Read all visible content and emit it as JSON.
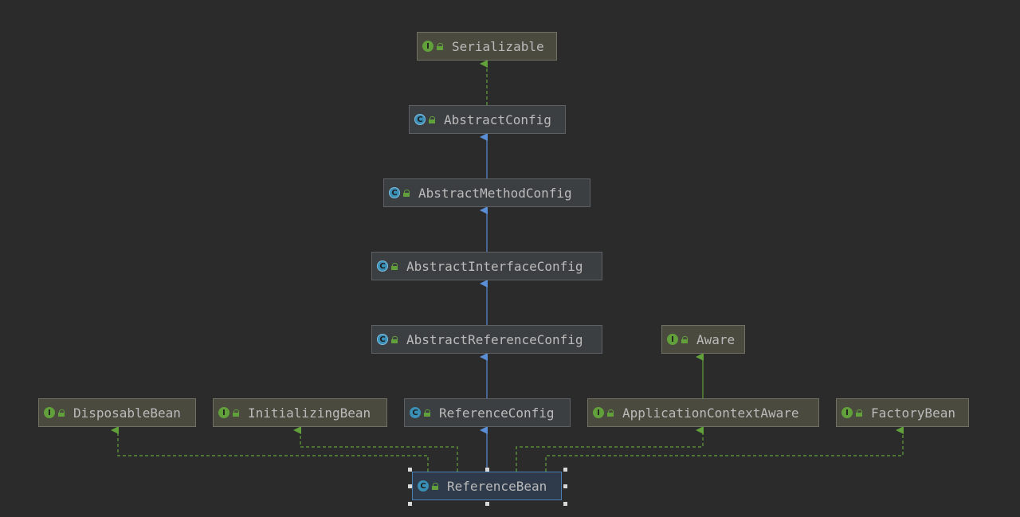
{
  "nodes": {
    "serializable": {
      "label": "Serializable",
      "kind": "interface",
      "icon": "I"
    },
    "abstract_config": {
      "label": "AbstractConfig",
      "kind": "abstract-class",
      "icon": "C"
    },
    "abstract_method_config": {
      "label": "AbstractMethodConfig",
      "kind": "abstract-class",
      "icon": "C"
    },
    "abstract_interface_config": {
      "label": "AbstractInterfaceConfig",
      "kind": "abstract-class",
      "icon": "C"
    },
    "abstract_reference_config": {
      "label": "AbstractReferenceConfig",
      "kind": "abstract-class",
      "icon": "C"
    },
    "aware": {
      "label": "Aware",
      "kind": "interface",
      "icon": "I"
    },
    "disposable_bean": {
      "label": "DisposableBean",
      "kind": "interface",
      "icon": "I"
    },
    "initializing_bean": {
      "label": "InitializingBean",
      "kind": "interface",
      "icon": "I"
    },
    "reference_config": {
      "label": "ReferenceConfig",
      "kind": "class",
      "icon": "C"
    },
    "application_context_aware": {
      "label": "ApplicationContextAware",
      "kind": "interface",
      "icon": "I"
    },
    "factory_bean": {
      "label": "FactoryBean",
      "kind": "interface",
      "icon": "I"
    },
    "reference_bean": {
      "label": "ReferenceBean",
      "kind": "class",
      "icon": "C",
      "selected": true
    }
  },
  "edges": [
    {
      "from": "abstract_config",
      "to": "serializable",
      "type": "implements"
    },
    {
      "from": "abstract_method_config",
      "to": "abstract_config",
      "type": "extends"
    },
    {
      "from": "abstract_interface_config",
      "to": "abstract_method_config",
      "type": "extends"
    },
    {
      "from": "abstract_reference_config",
      "to": "abstract_interface_config",
      "type": "extends"
    },
    {
      "from": "reference_config",
      "to": "abstract_reference_config",
      "type": "extends"
    },
    {
      "from": "application_context_aware",
      "to": "aware",
      "type": "extends-interface"
    },
    {
      "from": "reference_bean",
      "to": "reference_config",
      "type": "extends"
    },
    {
      "from": "reference_bean",
      "to": "disposable_bean",
      "type": "implements"
    },
    {
      "from": "reference_bean",
      "to": "initializing_bean",
      "type": "implements"
    },
    {
      "from": "reference_bean",
      "to": "application_context_aware",
      "type": "implements"
    },
    {
      "from": "reference_bean",
      "to": "factory_bean",
      "type": "implements"
    }
  ],
  "colors": {
    "background": "#2b2b2b",
    "extends": "#5a8fd6",
    "implements": "#62a03b",
    "text": "#bbbbbb"
  }
}
